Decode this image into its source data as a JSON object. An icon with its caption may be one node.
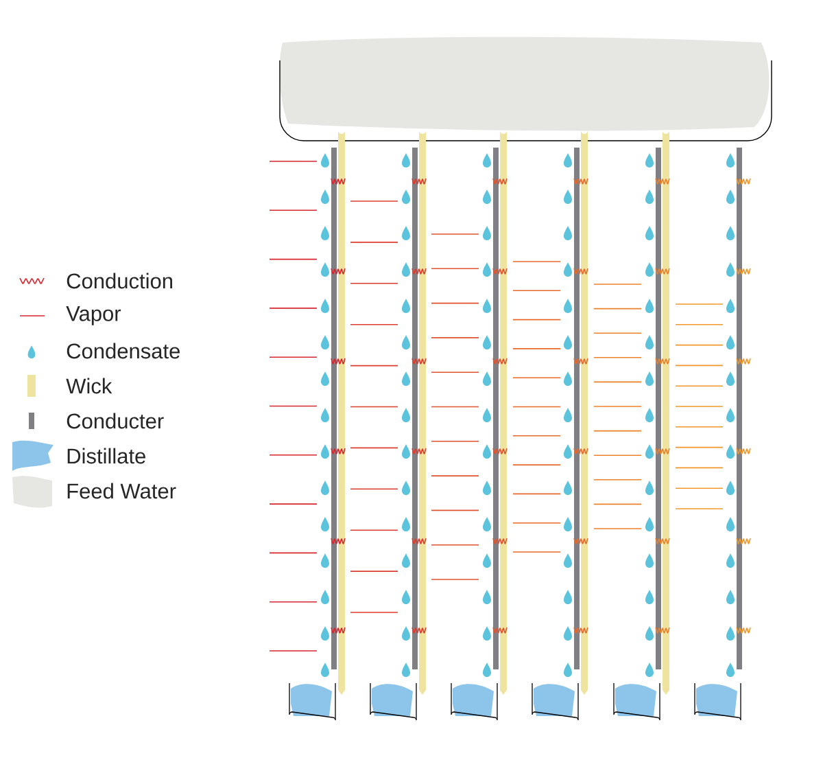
{
  "diagram": {
    "legend": [
      {
        "text": "Conduction"
      },
      {
        "text": "Vapor"
      },
      {
        "text": "Condensate"
      },
      {
        "text": "Wick"
      },
      {
        "text": "Conducter"
      },
      {
        "text": "Distillate"
      },
      {
        "text": "Feed Water"
      }
    ]
  }
}
